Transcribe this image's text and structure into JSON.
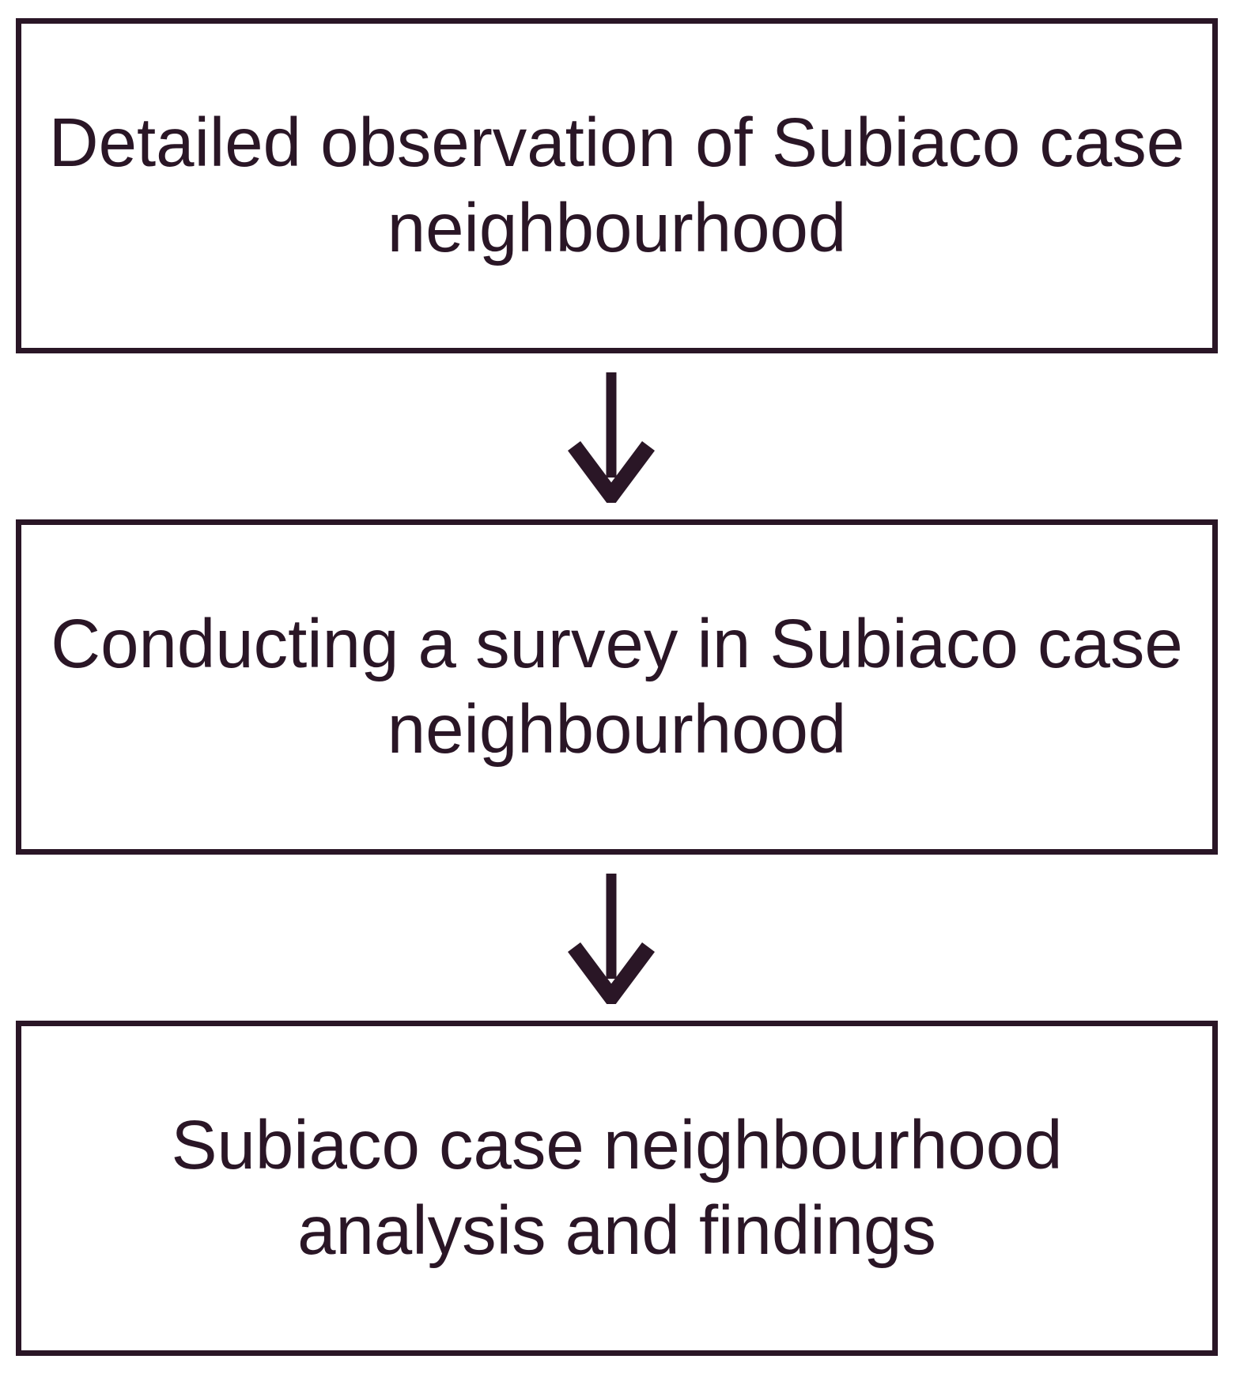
{
  "diagram": {
    "type": "flowchart",
    "background_color": "#ffffff",
    "stroke_color": "#2a1626",
    "boxes": [
      {
        "label": "Detailed observation of Subiaco case neighbourhood"
      },
      {
        "label": "Conducting a survey in Subiaco case neighbourhood"
      },
      {
        "label": "Subiaco case neighbourhood analysis and findings"
      }
    ],
    "connectors": [
      {
        "icon": "arrow-down-icon",
        "direction": "down"
      },
      {
        "icon": "arrow-down-icon",
        "direction": "down"
      }
    ]
  }
}
